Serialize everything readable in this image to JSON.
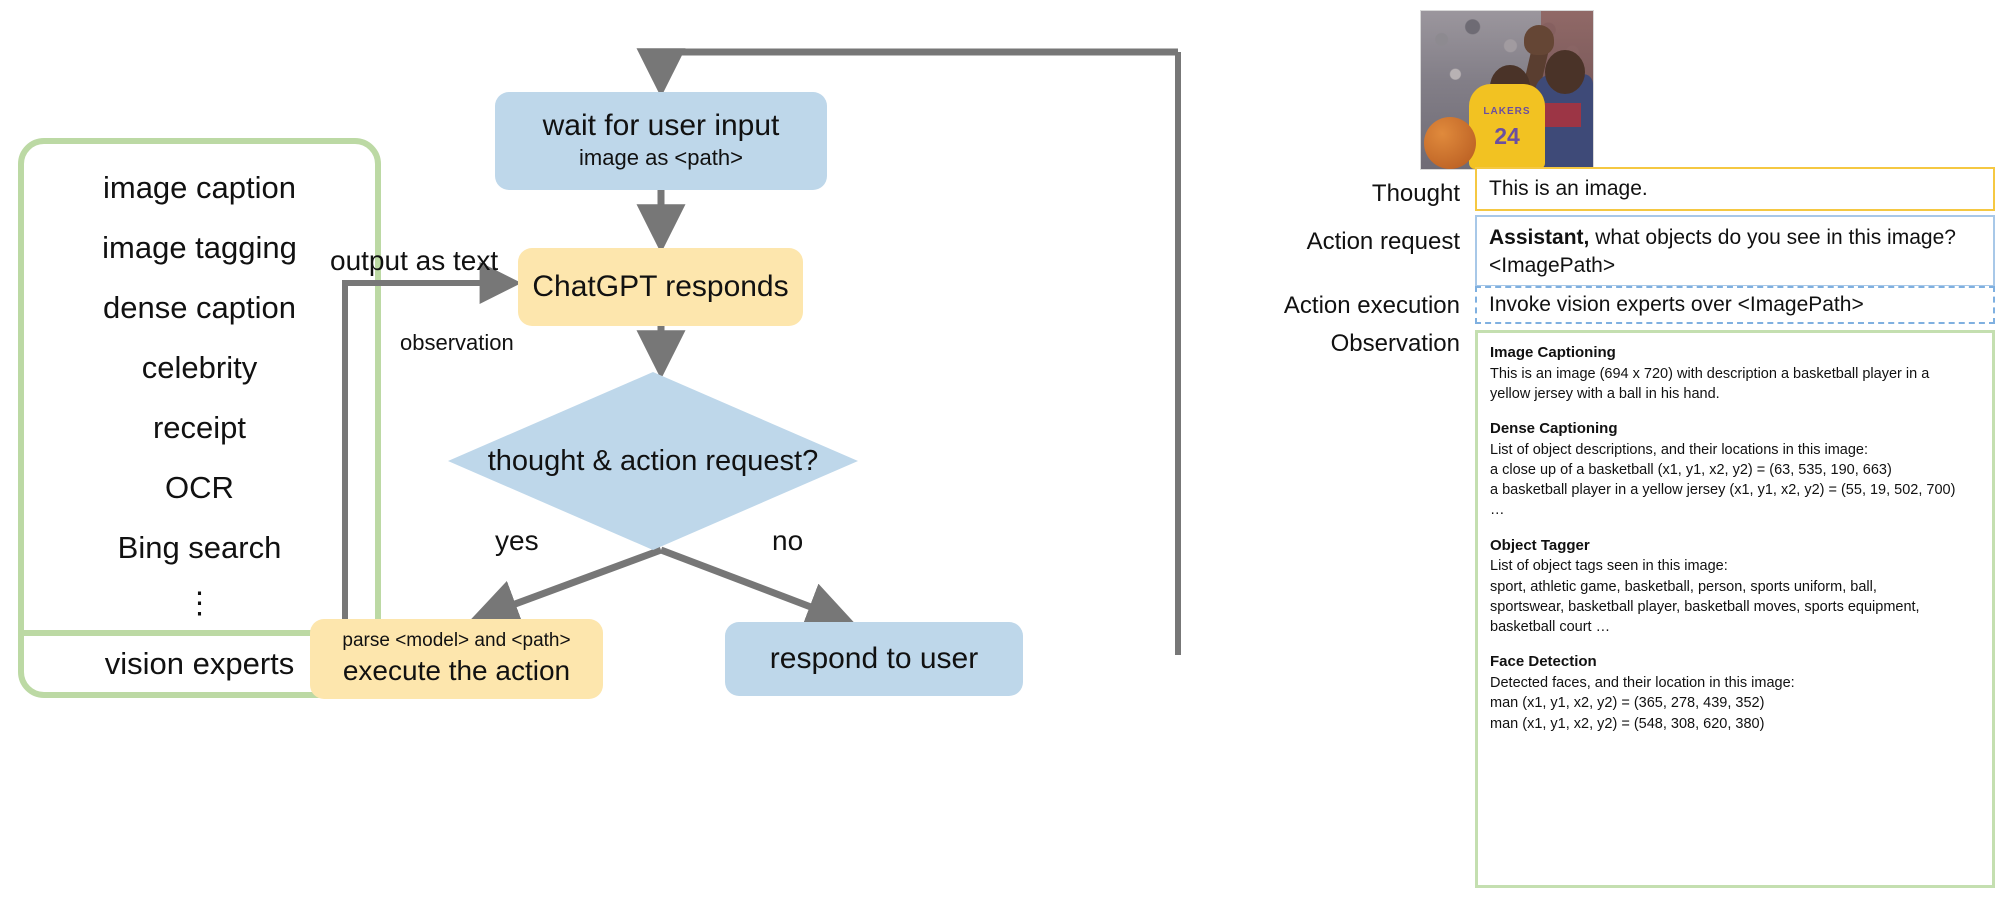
{
  "experts_panel": {
    "items": [
      {
        "label": "image caption"
      },
      {
        "label": "image tagging"
      },
      {
        "label": "dense caption"
      },
      {
        "label": "celebrity"
      },
      {
        "label": "receipt"
      },
      {
        "label": "OCR"
      },
      {
        "label": "Bing search"
      },
      {
        "label": "⋮"
      }
    ],
    "footer_label": "vision experts"
  },
  "flow": {
    "wait_node": {
      "title": "wait for user input",
      "subtitle": "image as <path>"
    },
    "chatgpt_node": {
      "title": "ChatGPT responds"
    },
    "decision_node": {
      "title": "thought & action request?"
    },
    "parse_node": {
      "subtitle": "parse <model> and <path>",
      "title": "execute the action"
    },
    "respond_node": {
      "title": "respond to user"
    },
    "labels": {
      "output_as_text": "output as text",
      "observation": "observation",
      "yes": "yes",
      "no": "no"
    }
  },
  "trace": {
    "image_alt": "basketball-player-photo",
    "thought": {
      "label": "Thought",
      "text": "This is an image."
    },
    "action_request": {
      "label": "Action request",
      "bold_lead": "Assistant,",
      "text": " what objects do you see in this image? <ImagePath>"
    },
    "action_execution": {
      "label": "Action execution",
      "text": "Invoke vision experts over <ImagePath>"
    },
    "observation": {
      "label": "Observation",
      "sections": [
        {
          "heading": "Image Captioning",
          "lines": [
            "This is an image (694 x 720) with description a basketball player in a",
            "yellow jersey with a ball in his hand."
          ]
        },
        {
          "heading": "Dense Captioning",
          "lines": [
            "List of object descriptions, and their locations in this image:",
            "a close up of a basketball (x1, y1, x2, y2)  = (63, 535, 190, 663)",
            "a basketball player in a yellow jersey (x1, y1, x2, y2)  = (55, 19, 502, 700)",
            "…"
          ]
        },
        {
          "heading": "Object Tagger",
          "lines": [
            "List of object tags seen in this image:",
            "sport, athletic game, basketball, person, sports uniform, ball,",
            "sportswear, basketball player, basketball moves, sports equipment,",
            "basketball court …"
          ]
        },
        {
          "heading": "Face Detection",
          "lines": [
            "Detected faces, and their location in this image:",
            "man (x1, y1, x2, y2)  = (365, 278, 439, 352)",
            "man (x1, y1, x2, y2)  = (548, 308, 620, 380)"
          ]
        }
      ]
    }
  },
  "colors": {
    "blue_node": "#bed7ea",
    "yellow_node": "#fde6ad",
    "green_border": "#bcd9a4",
    "arrow_gray": "#777777",
    "thought_border": "#f5c842",
    "action_border": "#a8c8e8",
    "exec_border": "#7fb0e0"
  }
}
